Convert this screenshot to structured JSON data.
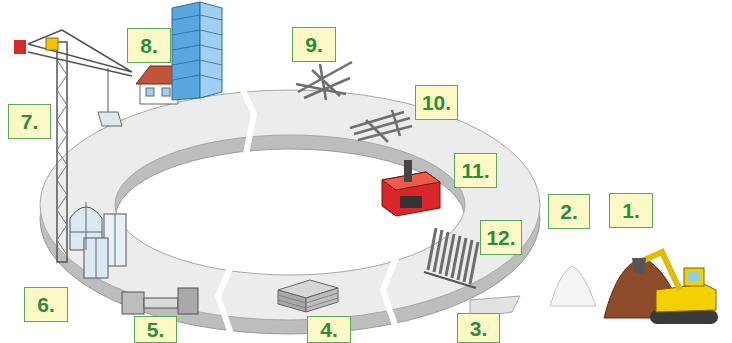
{
  "diagram": {
    "nodes": [
      {
        "text": [
          "1."
        ]
      },
      {
        "text": [
          "2."
        ]
      },
      {
        "text": [
          "3."
        ]
      },
      {
        "text": [
          "4."
        ]
      },
      {
        "text": [
          "5."
        ]
      },
      {
        "text": [
          "6."
        ]
      },
      {
        "text": [
          "7."
        ]
      },
      {
        "text": [
          "8."
        ]
      },
      {
        "text": [
          "9."
        ]
      },
      {
        "text": [
          "10."
        ]
      },
      {
        "text": [
          "11."
        ]
      },
      {
        "text": [
          "12."
        ]
      }
    ]
  }
}
